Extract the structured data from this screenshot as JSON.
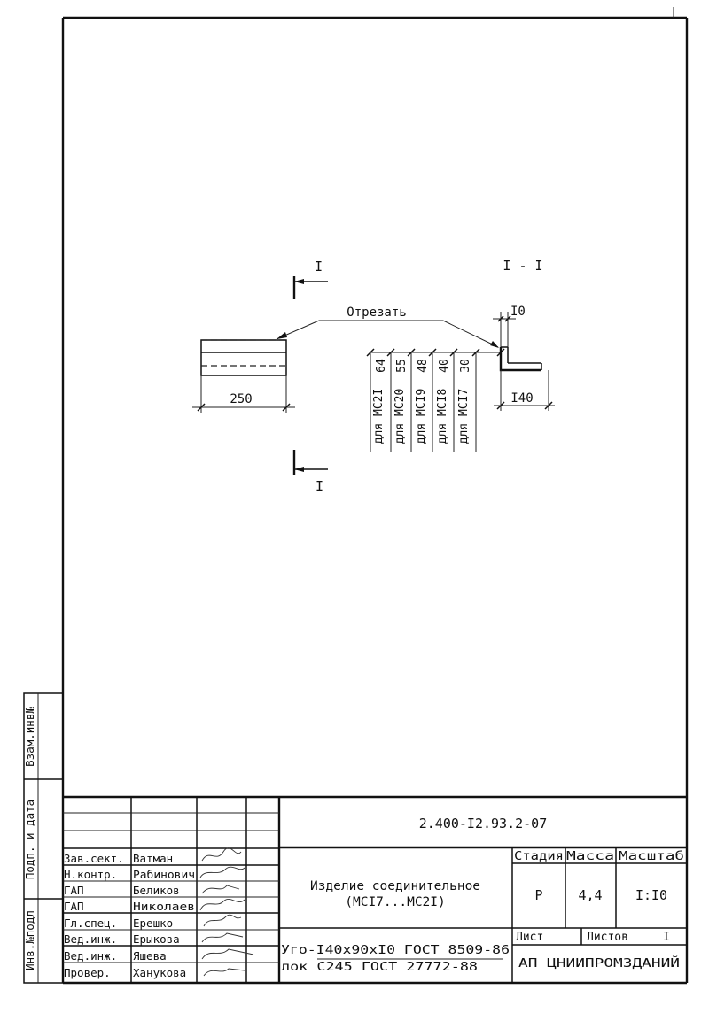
{
  "drawing": {
    "section_mark_top": "I",
    "section_mark_bottom": "I",
    "section_title": "I - I",
    "cut_label": "Отрезать",
    "dim_top": "I0",
    "dim_length": "250",
    "dim_leg": "I40",
    "variants": [
      {
        "dim": "64",
        "label": "для МС2I"
      },
      {
        "dim": "55",
        "label": "для МС20"
      },
      {
        "dim": "48",
        "label": "для МСI9"
      },
      {
        "dim": "40",
        "label": "для МСI8"
      },
      {
        "dim": "30",
        "label": "для МСI7"
      }
    ]
  },
  "side_stamp": {
    "vzam": "Взам.инв№",
    "podp": "Подп. и дата",
    "inv": "Инв.№подл"
  },
  "title_block": {
    "doc_number": "2.400-I2.93.2-07",
    "roles": [
      {
        "role": "Зав.сект.",
        "name": "Ватман"
      },
      {
        "role": "Н.контр.",
        "name": "Рабинович"
      },
      {
        "role": "ГАП",
        "name": "Беликов"
      },
      {
        "role": "ГАП",
        "name": "Николаев"
      },
      {
        "role": "Гл.спец.",
        "name": "Ерешко"
      },
      {
        "role": "Вед.инж.",
        "name": "Ерыкова"
      },
      {
        "role": "Вед.инж.",
        "name": "Яшева"
      },
      {
        "role": "Провер.",
        "name": "Ханукова"
      }
    ],
    "item_title_1": "Изделие соединительное",
    "item_title_2": "(МСI7...МС2I)",
    "material_1": "Уго-I40x90xI0  ГОСТ 8509-86",
    "material_2": "лок  С245 ГОСТ 27772-88",
    "stage_header": "Стадия",
    "mass_header": "Масса",
    "scale_header": "Масштаб",
    "stage": "Р",
    "mass": "4,4",
    "scale": "I:I0",
    "sheet_label": "Лист",
    "sheets_label": "Листов",
    "sheets_value": "I",
    "organization": "АП ЦНИИПРОМЗДАНИЙ"
  }
}
